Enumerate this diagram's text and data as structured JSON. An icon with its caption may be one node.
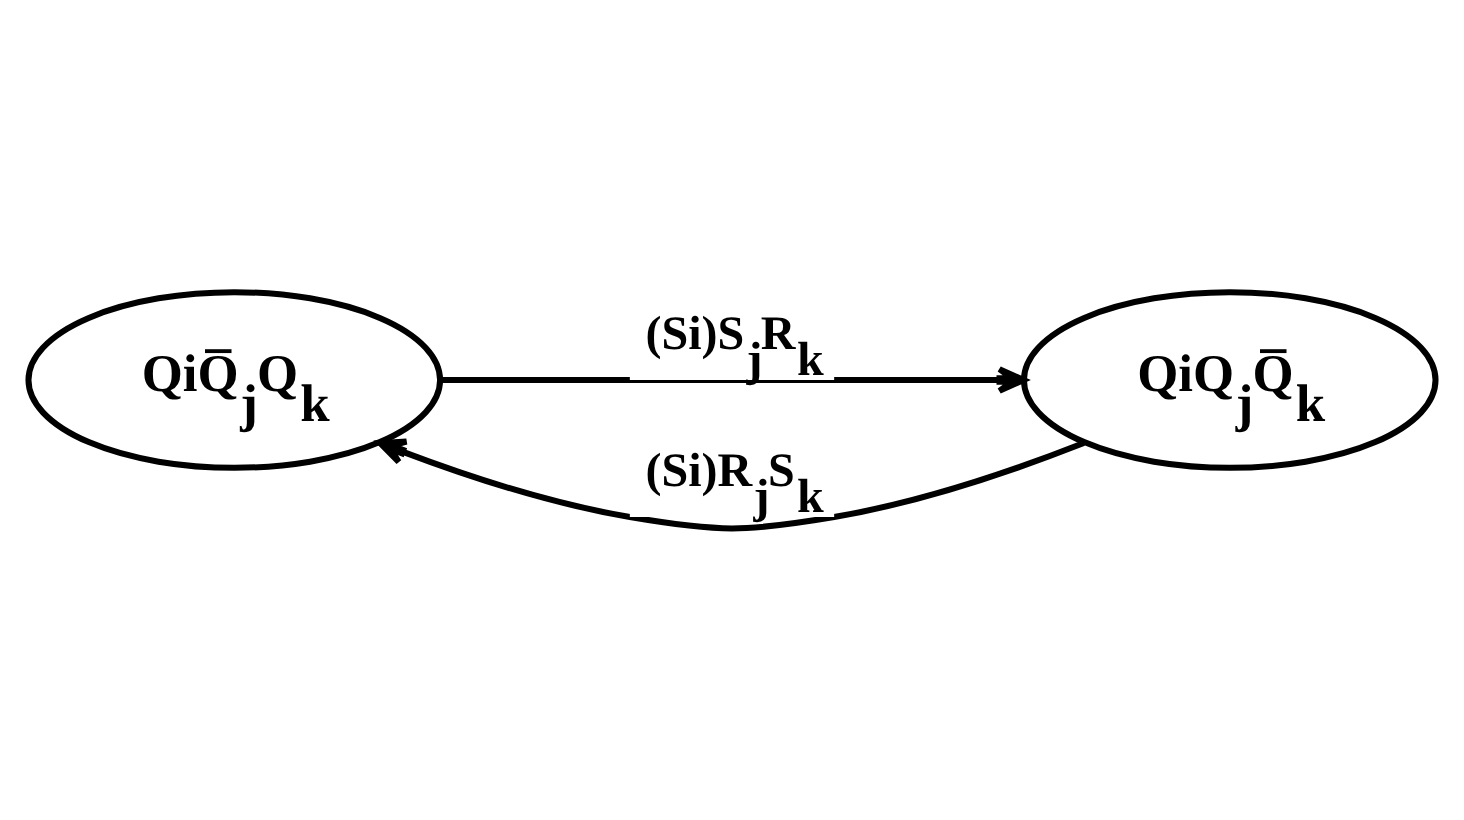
{
  "diagram": {
    "nodes": [
      {
        "text": [
          "QiQ̅$_{j}$Q$_{k}$"
        ]
      },
      {
        "text": [
          "QiQ$_{j}$Q̅$_{k}$"
        ]
      }
    ],
    "edges": [
      {
        "from": 1,
        "to": 0,
        "arrow": "to",
        "label": "(Si)R$_{j}$S$_{k}$"
      },
      {
        "from": 0,
        "to": 1,
        "arrow": "to",
        "label": "(Si)S$_{j}$R$_{k}$"
      }
    ]
  }
}
